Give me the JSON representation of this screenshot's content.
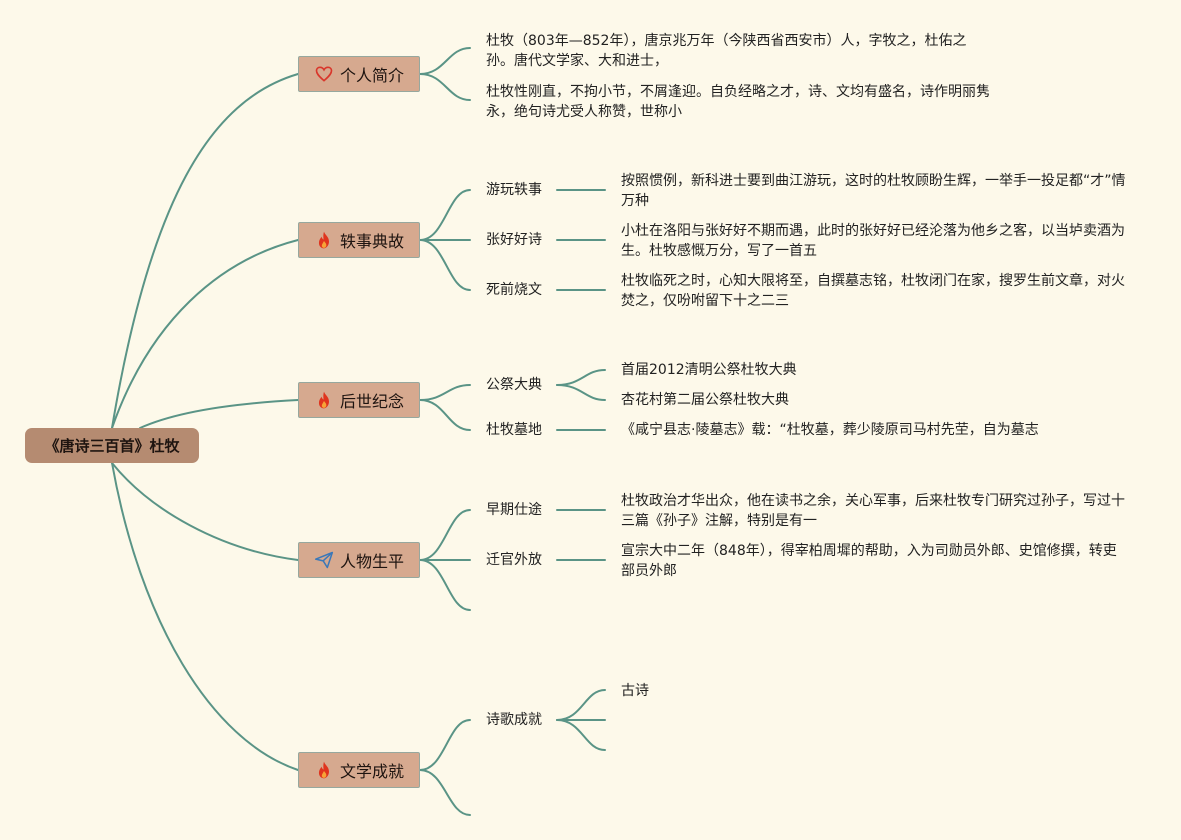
{
  "root": {
    "title": "《唐诗三百首》杜牧"
  },
  "branches": [
    {
      "label": "个人简介",
      "icon": "heart-icon",
      "color": "#d9362b"
    },
    {
      "label": "轶事典故",
      "icon": "fire-icon",
      "color": "#e0341e"
    },
    {
      "label": "后世纪念",
      "icon": "fire-icon",
      "color": "#e0341e"
    },
    {
      "label": "人物生平",
      "icon": "paper-plane-icon",
      "color": "#3b78b8"
    },
    {
      "label": "文学成就",
      "icon": "fire-icon",
      "color": "#e0341e"
    }
  ],
  "profile": {
    "leaves": [
      "杜牧（803年—852年），唐京兆万年（今陕西省西安市）人，字牧之，杜佑之孙。唐代文学家、大和进士，",
      "杜牧性刚直，不拘小节，不屑逢迎。自负经略之才，诗、文均有盛名，诗作明丽隽永，绝句诗尤受人称赞，世称小"
    ]
  },
  "anecdotes": {
    "subs": [
      {
        "label": "游玩轶事",
        "leaf": "按照惯例，新科进士要到曲江游玩，这时的杜牧顾盼生辉，一举手一投足都“才”情万种"
      },
      {
        "label": "张好好诗",
        "leaf": "小杜在洛阳与张好好不期而遇，此时的张好好已经沦落为他乡之客，以当垆卖酒为生。杜牧感慨万分，写了一首五"
      },
      {
        "label": "死前烧文",
        "leaf": "杜牧临死之时，心知大限将至，自撰墓志铭，杜牧闭门在家，搜罗生前文章，对火焚之，仅吩咐留下十之二三"
      }
    ]
  },
  "memorial": {
    "subs": [
      {
        "label": "公祭大典",
        "leaves": [
          "首届2012清明公祭杜牧大典",
          "杏花村第二届公祭杜牧大典"
        ]
      },
      {
        "label": "杜牧墓地",
        "leaves": [
          "《咸宁县志·陵墓志》载：“杜牧墓，葬少陵原司马村先茔，自为墓志"
        ]
      }
    ]
  },
  "life": {
    "subs": [
      {
        "label": "早期仕途",
        "leaf": "杜牧政治才华出众，他在读书之余，关心军事，后来杜牧专门研究过孙子，写过十三篇《孙子》注解，特别是有一"
      },
      {
        "label": "迁官外放",
        "leaf": "宣宗大中二年（848年），得宰柏周墀的帮助，入为司勋员外郎、史馆修撰，转吏部员外郎"
      }
    ]
  },
  "literature": {
    "subs": [
      {
        "label": "诗歌成就",
        "leaves": [
          "古诗"
        ]
      }
    ]
  },
  "colors": {
    "background": "#fdf9ea",
    "line": "#5a9486",
    "root": "#b58b71",
    "branch": "#d6a98f"
  }
}
